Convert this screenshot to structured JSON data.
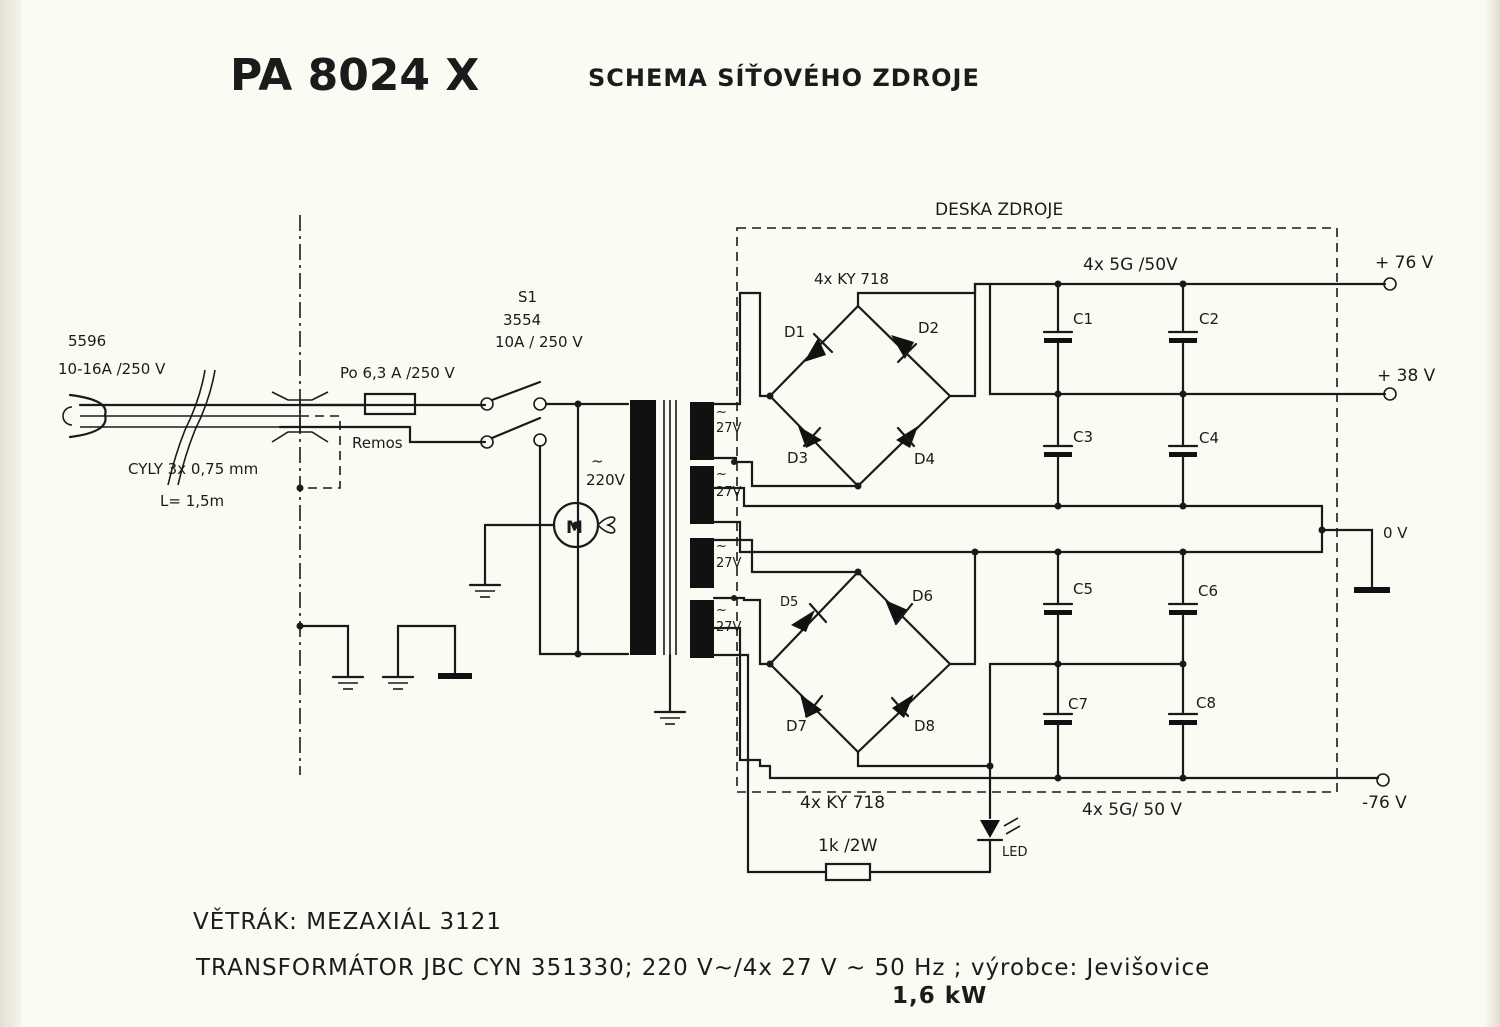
{
  "title": "PA 8024 X",
  "subtitle": "SCHEMA SÍŤOVÉHO ZDROJE",
  "board_label": "DESKA ZDROJE",
  "plug": {
    "code": "5596",
    "rating": "10-16A /250 V"
  },
  "cable": {
    "type": "CYLY  3x 0,75 mm",
    "length": "L= 1,5m"
  },
  "fuse": {
    "label": "Po 6,3 A /250 V"
  },
  "remos_label": "Remos",
  "switch": {
    "name": "S1",
    "code": "3554",
    "rating": "10A / 250 V"
  },
  "motor_label": "M",
  "primary": {
    "tilde": "~",
    "voltage": "220V"
  },
  "secondaries": [
    {
      "tilde": "~",
      "voltage": "27V"
    },
    {
      "tilde": "~",
      "voltage": "27V"
    },
    {
      "tilde": "~",
      "voltage": "27V"
    },
    {
      "tilde": "~",
      "voltage": "27V"
    }
  ],
  "diodes_upper": "4x KY 718",
  "diodes_lower": "4x KY 718",
  "caps_upper": "4x 5G /50V",
  "caps_lower": "4x 5G/ 50 V",
  "diodes": [
    "D1",
    "D2",
    "D3",
    "D4",
    "D5",
    "D6",
    "D7",
    "D8"
  ],
  "capacitors": [
    "C1",
    "C2",
    "C3",
    "C4",
    "C5",
    "C6",
    "C7",
    "C8"
  ],
  "outputs": [
    "+ 76 V",
    "+ 38 V",
    "0 V",
    "-76 V"
  ],
  "resistor_label": "1k /2W",
  "led_label": "LED",
  "footer": {
    "fan": "VĚTRÁK:  MEZAXIÁL   3121",
    "transformer": "TRANSFORMÁTOR   JBC CYN 351330;   220 V~/4x 27 V ~  50 Hz ;   výrobce: Jevišovice",
    "power": "1,6 kW"
  }
}
